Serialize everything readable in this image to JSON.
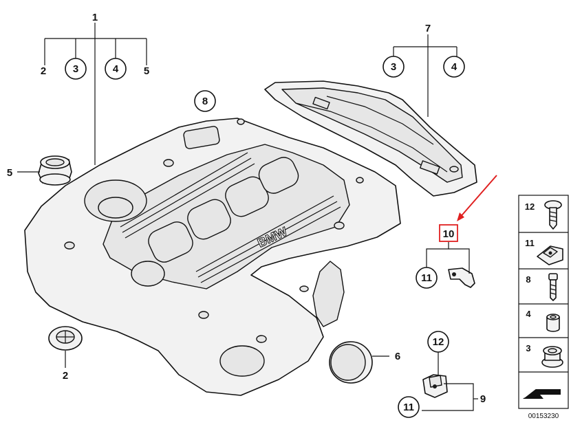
{
  "callouts": {
    "c1": "1",
    "c2a": "2",
    "c3a": "3",
    "c4a": "4",
    "c5a": "5",
    "c7": "7",
    "c3b": "3",
    "c4b": "4",
    "c8": "8",
    "c5b": "5",
    "c2b": "2",
    "c6": "6",
    "c10": "10",
    "c11a": "11",
    "c12": "12",
    "c11b": "11",
    "c9": "9"
  },
  "logo_text": "BMW",
  "legend": {
    "items": [
      {
        "num": "12",
        "part": "screw-icon"
      },
      {
        "num": "11",
        "part": "clip-nut-icon"
      },
      {
        "num": "8",
        "part": "bolt-icon"
      },
      {
        "num": "4",
        "part": "bushing-icon"
      },
      {
        "num": "3",
        "part": "grommet-icon"
      }
    ]
  },
  "diagram_code": "00153230",
  "colors": {
    "highlight": "#e02020",
    "ink": "#111111",
    "fill": "#f2f2f2"
  }
}
